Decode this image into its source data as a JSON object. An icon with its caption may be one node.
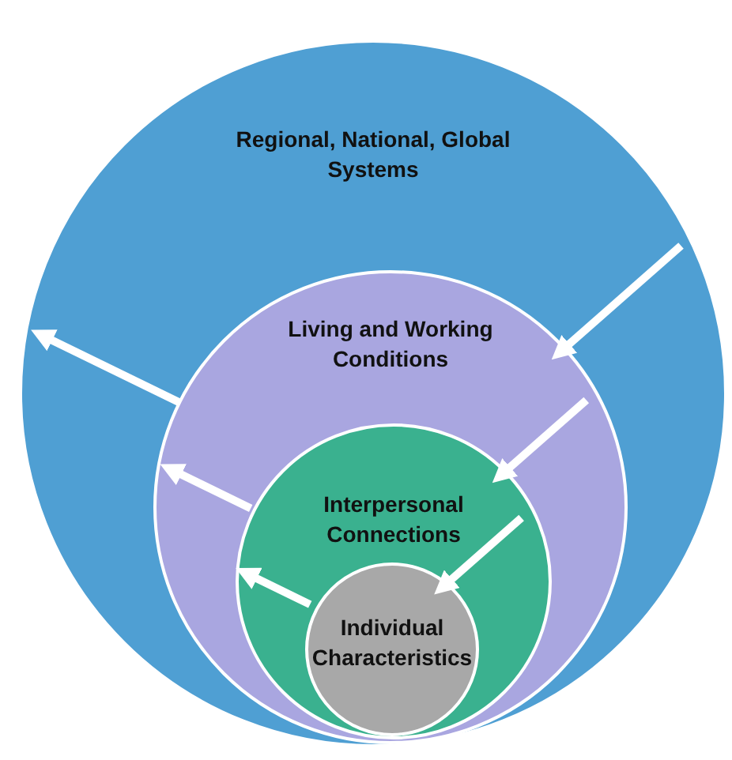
{
  "diagram": {
    "nodes": [
      {
        "text": [
          "Regional, National, Global Systems"
        ]
      },
      {
        "text": [
          "Living and Working Conditions"
        ],
        "in": 0
      },
      {
        "text": [
          "Interpersonal Connections"
        ],
        "in": 1
      },
      {
        "text": [
          "Individual Characteristics"
        ],
        "in": 2
      }
    ],
    "edges": [
      {
        "from": 1,
        "to": 0,
        "arrow": "to"
      },
      {
        "from": 0,
        "to": 1,
        "arrow": "to"
      },
      {
        "from": 2,
        "to": 1,
        "arrow": "to"
      },
      {
        "from": 1,
        "to": 2,
        "arrow": "to"
      },
      {
        "from": 3,
        "to": 2,
        "arrow": "to"
      },
      {
        "from": 2,
        "to": 3,
        "arrow": "to"
      }
    ]
  }
}
